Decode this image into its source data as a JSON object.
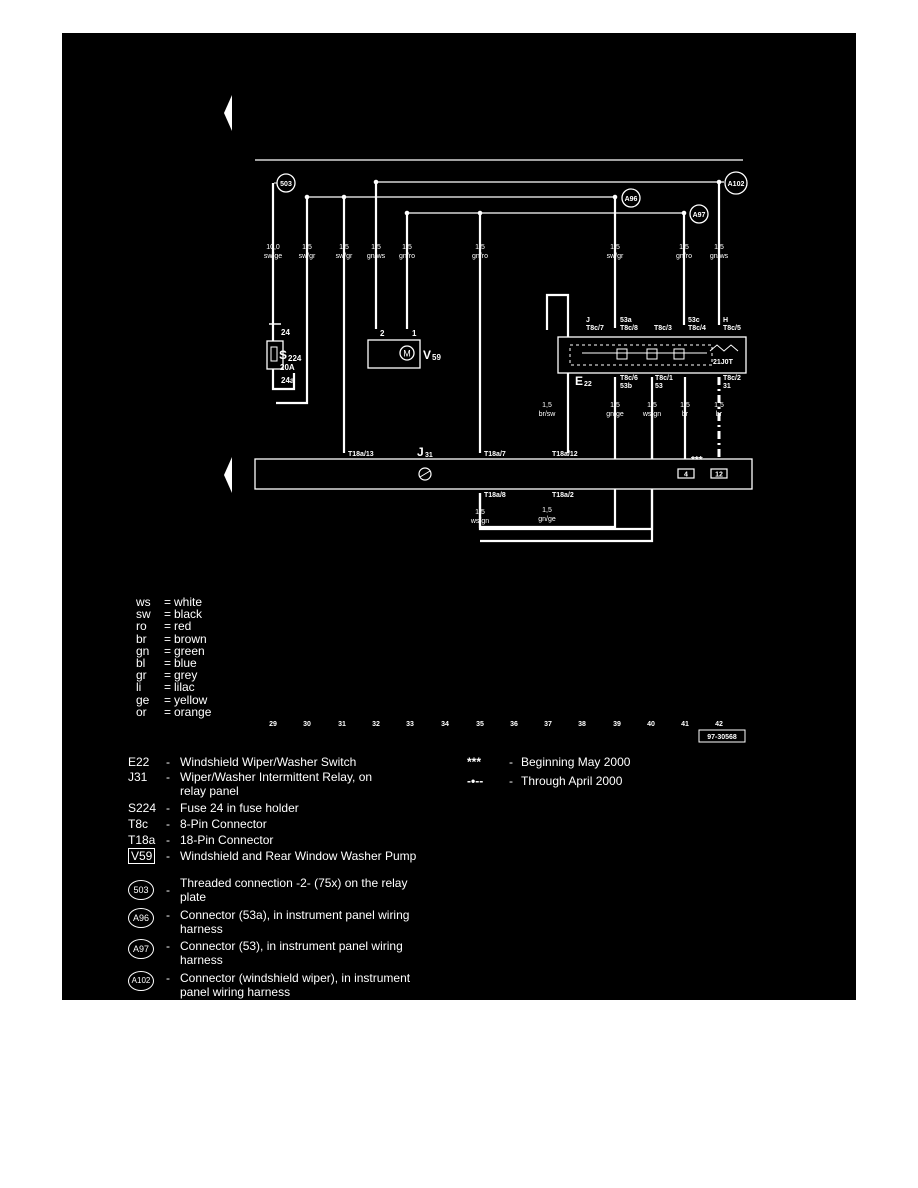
{
  "diagram": {
    "ground_points": [
      {
        "label": "503",
        "kind": "threaded-connection"
      },
      {
        "label": "A96",
        "kind": "connector"
      },
      {
        "label": "A97",
        "kind": "connector"
      },
      {
        "label": "A102",
        "kind": "connector"
      }
    ],
    "wires": [
      {
        "gauge": "10,0",
        "color": "sw/ge"
      },
      {
        "gauge": "1,5",
        "color": "sw/gr"
      },
      {
        "gauge": "1,5",
        "color": "sw/gr"
      },
      {
        "gauge": "1,5",
        "color": "gn/ws"
      },
      {
        "gauge": "1,5",
        "color": "gn/ro"
      },
      {
        "gauge": "1,5",
        "color": "gn/ro"
      },
      {
        "gauge": "1,5",
        "color": "sw/gr"
      },
      {
        "gauge": "1,5",
        "color": "gn/ro"
      },
      {
        "gauge": "1,5",
        "color": "gn/ws"
      }
    ],
    "lower_wires": [
      {
        "gauge": "1,5",
        "color": "br/sw"
      },
      {
        "gauge": "1,5",
        "color": "gn/ge"
      },
      {
        "gauge": "1,5",
        "color": "ws/gn"
      },
      {
        "gauge": "1,5",
        "color": "br"
      },
      {
        "gauge": "1,5",
        "color": "br"
      },
      {
        "gauge": "1,5",
        "color": "ws/gn"
      },
      {
        "gauge": "1,5",
        "color": "gn/ge"
      }
    ],
    "fuse": {
      "name": "S",
      "sub": "224",
      "rating": "20A",
      "pin_top": "24",
      "pin_bottom": "24a"
    },
    "pump": {
      "name": "V",
      "sub": "59",
      "symbol": "M",
      "pin_left": "2",
      "pin_right": "1"
    },
    "switch": {
      "name": "E",
      "sub": "22",
      "pins_top": [
        "J",
        "T8c/7",
        "53a",
        "T8c/8",
        "T8c/3",
        "53c",
        "T8c/4",
        "H",
        "T8c/5"
      ],
      "pins_bottom": [
        "T8c/6",
        "53b",
        "T8c/1",
        "53",
        "T8c/2",
        "31"
      ],
      "internal": "21J0T"
    },
    "relay": {
      "name": "J",
      "sub": "31",
      "pins": [
        "T18a/13",
        "T18a/7",
        "T18a/12",
        "T18a/8",
        "T18a/2"
      ]
    },
    "terminals": [
      "4",
      "12"
    ],
    "stars": "***",
    "tracks": [
      "29",
      "30",
      "31",
      "32",
      "33",
      "34",
      "35",
      "36",
      "37",
      "38",
      "39",
      "40",
      "41",
      "42"
    ],
    "figure_id": "97-30568"
  },
  "color_legend": [
    {
      "abbr": "ws",
      "name": "white"
    },
    {
      "abbr": "sw",
      "name": "black"
    },
    {
      "abbr": "ro",
      "name": "red"
    },
    {
      "abbr": "br",
      "name": "brown"
    },
    {
      "abbr": "gn",
      "name": "green"
    },
    {
      "abbr": "bl",
      "name": "blue"
    },
    {
      "abbr": "gr",
      "name": "grey"
    },
    {
      "abbr": "li",
      "name": "lilac"
    },
    {
      "abbr": "ge",
      "name": "yellow"
    },
    {
      "abbr": "or",
      "name": "orange"
    }
  ],
  "components": [
    {
      "code": "E22",
      "desc": "Windshield Wiper/Washer Switch"
    },
    {
      "code": "J31",
      "desc": "Wiper/Washer Intermittent Relay, on relay panel"
    },
    {
      "code": "S224",
      "desc": "Fuse 24 in fuse holder"
    },
    {
      "code": "T8c",
      "desc": "8-Pin Connector"
    },
    {
      "code": "T18a",
      "desc": "18-Pin Connector"
    },
    {
      "code": "V59",
      "desc": "Windshield and Rear Window Washer Pump"
    },
    {
      "code": "503",
      "desc": "Threaded connection -2- (75x) on the relay plate"
    },
    {
      "code": "A96",
      "desc": "Connector (53a), in instrument panel wiring harness"
    },
    {
      "code": "A97",
      "desc": "Connector (53), in instrument panel wiring harness"
    },
    {
      "code": "A102",
      "desc": "Connector (windshield wiper), in instrument panel wiring harness"
    }
  ],
  "notes": [
    {
      "symbol": "***",
      "dash": "-",
      "text": "Beginning May 2000"
    },
    {
      "symbol": "-•--",
      "dash": "-",
      "text": "Through April 2000"
    }
  ],
  "colors": {
    "background": "#000000",
    "foreground": "#ffffff"
  }
}
